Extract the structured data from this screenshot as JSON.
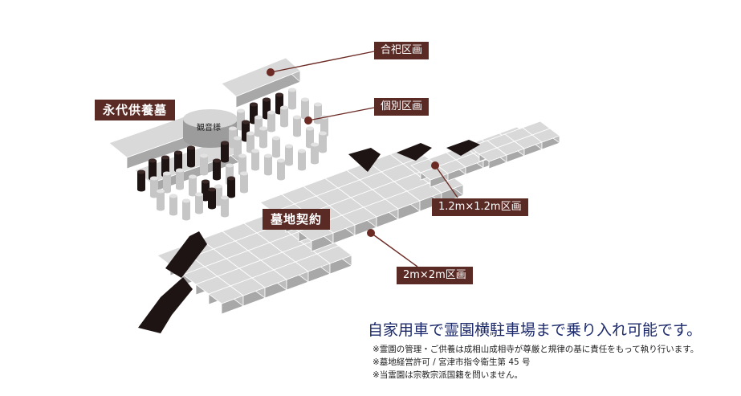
{
  "labels": {
    "eitai_kuyo": "永代供養墓",
    "kannon": "観音様",
    "goshi_kukaku": "合祀区画",
    "kobetsu_kukaku": "個別区画",
    "bochi_keiyaku": "墓地契約",
    "small_plot": "1.2m×1.2m区画",
    "large_plot": "2m×2m区画"
  },
  "headline": "自家用車で霊園横駐車場まで乗り入れ可能です。",
  "notes": [
    "※霊園の管理・ご供養は成相山成相寺が尊厳と規律の基に責任をもって執り行います。",
    "※墓地経営許可 / 宮津市指令衛生第 45 号",
    "※当霊園は宗教宗派国籍を問いません。"
  ],
  "colors": {
    "label_bg": "#5a2a25",
    "leader": "#6b2a24",
    "plot_top": "#d9d9d9",
    "plot_side": "#a8a8a8",
    "dark_fill": "#1e1413",
    "headline": "#1c2a6b"
  }
}
